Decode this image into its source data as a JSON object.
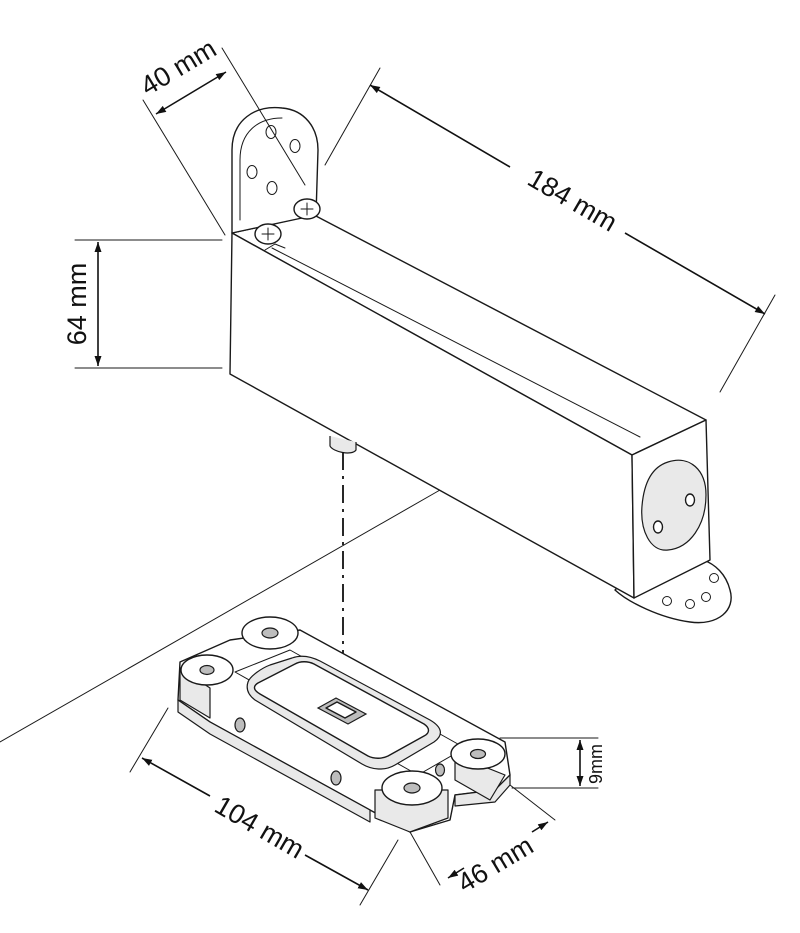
{
  "dimensions": {
    "depth": "40 mm",
    "length": "184 mm",
    "height": "64 mm",
    "plate_length": "104 mm",
    "plate_width": "46 mm",
    "plate_height": "9mm"
  }
}
